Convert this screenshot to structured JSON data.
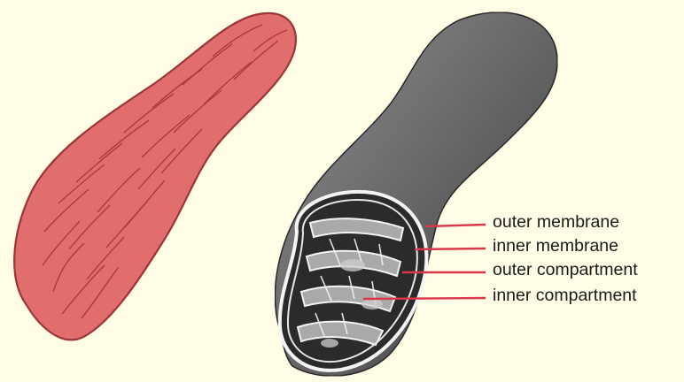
{
  "labels": {
    "outer_membrane": "outer membrane",
    "inner_membrane": "inner membrane",
    "outer_compartment": "outer compartment",
    "inner_compartment": "inner compartment"
  },
  "colors": {
    "background": "#fffde6",
    "mitochondrion_fill": "#e26d6d",
    "mitochondrion_outline": "#9b3535",
    "leader_line": "#d9384a",
    "cutaway_surface": "#6f6f6f",
    "cutaway_interior": "#2b2b2b"
  }
}
